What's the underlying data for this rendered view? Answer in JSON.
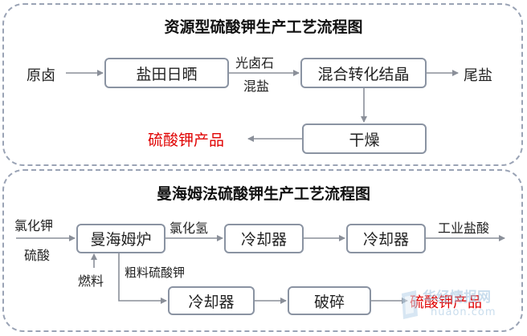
{
  "top_section": {
    "title": "资源型硫酸钾生产工艺流程图",
    "input_label": "原卤",
    "box_salt_pan": "盐田日晒",
    "mid_label_line1": "光卤石",
    "mid_label_line2": "混盐",
    "box_mix_crystal": "混合转化结晶",
    "output_tail_salt": "尾盐",
    "box_dry": "干燥",
    "product": "硫酸钾产品"
  },
  "bottom_section": {
    "title": "曼海姆法硫酸钾生产工艺流程图",
    "input_line1": "氯化钾",
    "input_line2": "硫酸",
    "box_furnace": "曼海姆炉",
    "fuel_label": "燃料",
    "gas_label": "氯化氢",
    "box_cooler1": "冷却器",
    "box_cooler2": "冷却器",
    "output_acid": "工业盐酸",
    "crude_label": "粗料硫酸钾",
    "box_cooler3": "冷却器",
    "box_crush": "破碎",
    "product": "硫酸钾产品"
  },
  "watermark": {
    "brand": "华经情报网",
    "site": "huaon.com"
  },
  "colors": {
    "box_border": "#8a93a2",
    "panel_border": "#9aa3b5",
    "arrow": "#8a8f99",
    "product_text": "#e00000"
  }
}
